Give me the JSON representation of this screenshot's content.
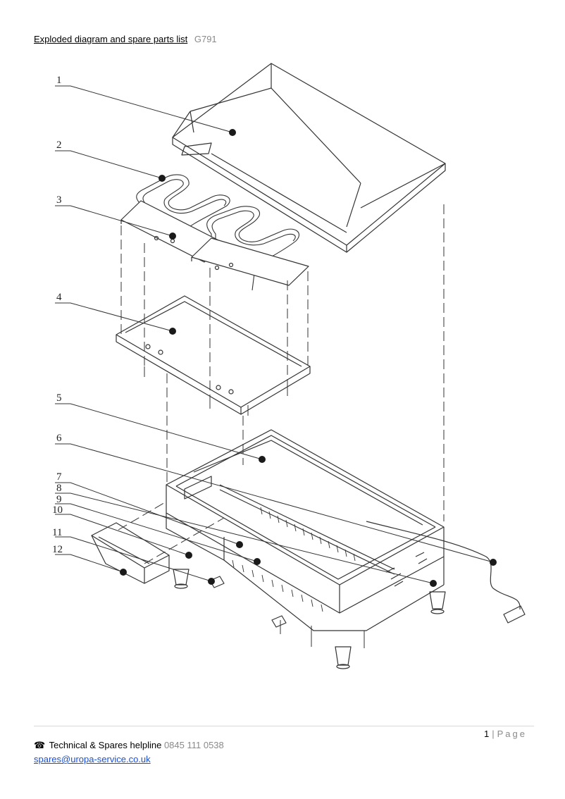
{
  "header": {
    "title": "Exploded diagram and spare parts list",
    "model_code": "G791"
  },
  "diagram": {
    "callouts": [
      "1",
      "2",
      "3",
      "4",
      "5",
      "6",
      "7",
      "8",
      "9",
      "10",
      "11",
      "12"
    ]
  },
  "footer": {
    "page_number": "1",
    "page_separator": "|",
    "page_word": "Page",
    "phone_icon": "telephone-icon",
    "helpline_label": "Technical & Spares helpline",
    "helpline_number": "0845 111 0538",
    "email": "spares@uropa-service.co.uk"
  }
}
